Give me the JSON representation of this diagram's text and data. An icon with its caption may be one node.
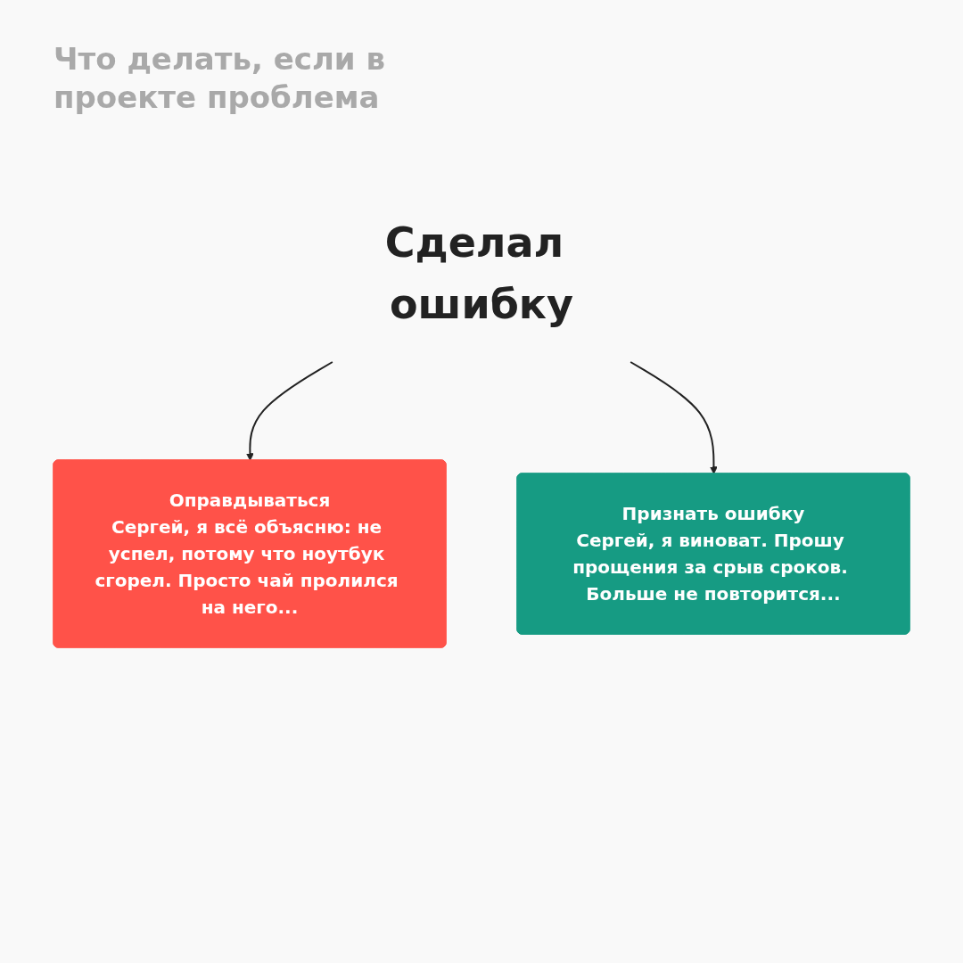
{
  "diagram": {
    "title": "Что делать, если в проекте проблема",
    "nodes": [
      {
        "text": [
          "Сделал ошибку"
        ]
      },
      {
        "text": [
          "Оправдываться",
          "Сергей, я всё объясню: не успел, потому что ноутбук сгорел. Просто чай пролился на него..."
        ]
      },
      {
        "text": [
          "Признать ошибку",
          "Сергей, я виноват. Прошу прощения за срыв сроков. Больше не повторится..."
        ]
      }
    ],
    "edges": [
      {
        "from": 0,
        "to": 1,
        "arrow": "to"
      },
      {
        "from": 0,
        "to": 2,
        "arrow": "to"
      }
    ]
  }
}
